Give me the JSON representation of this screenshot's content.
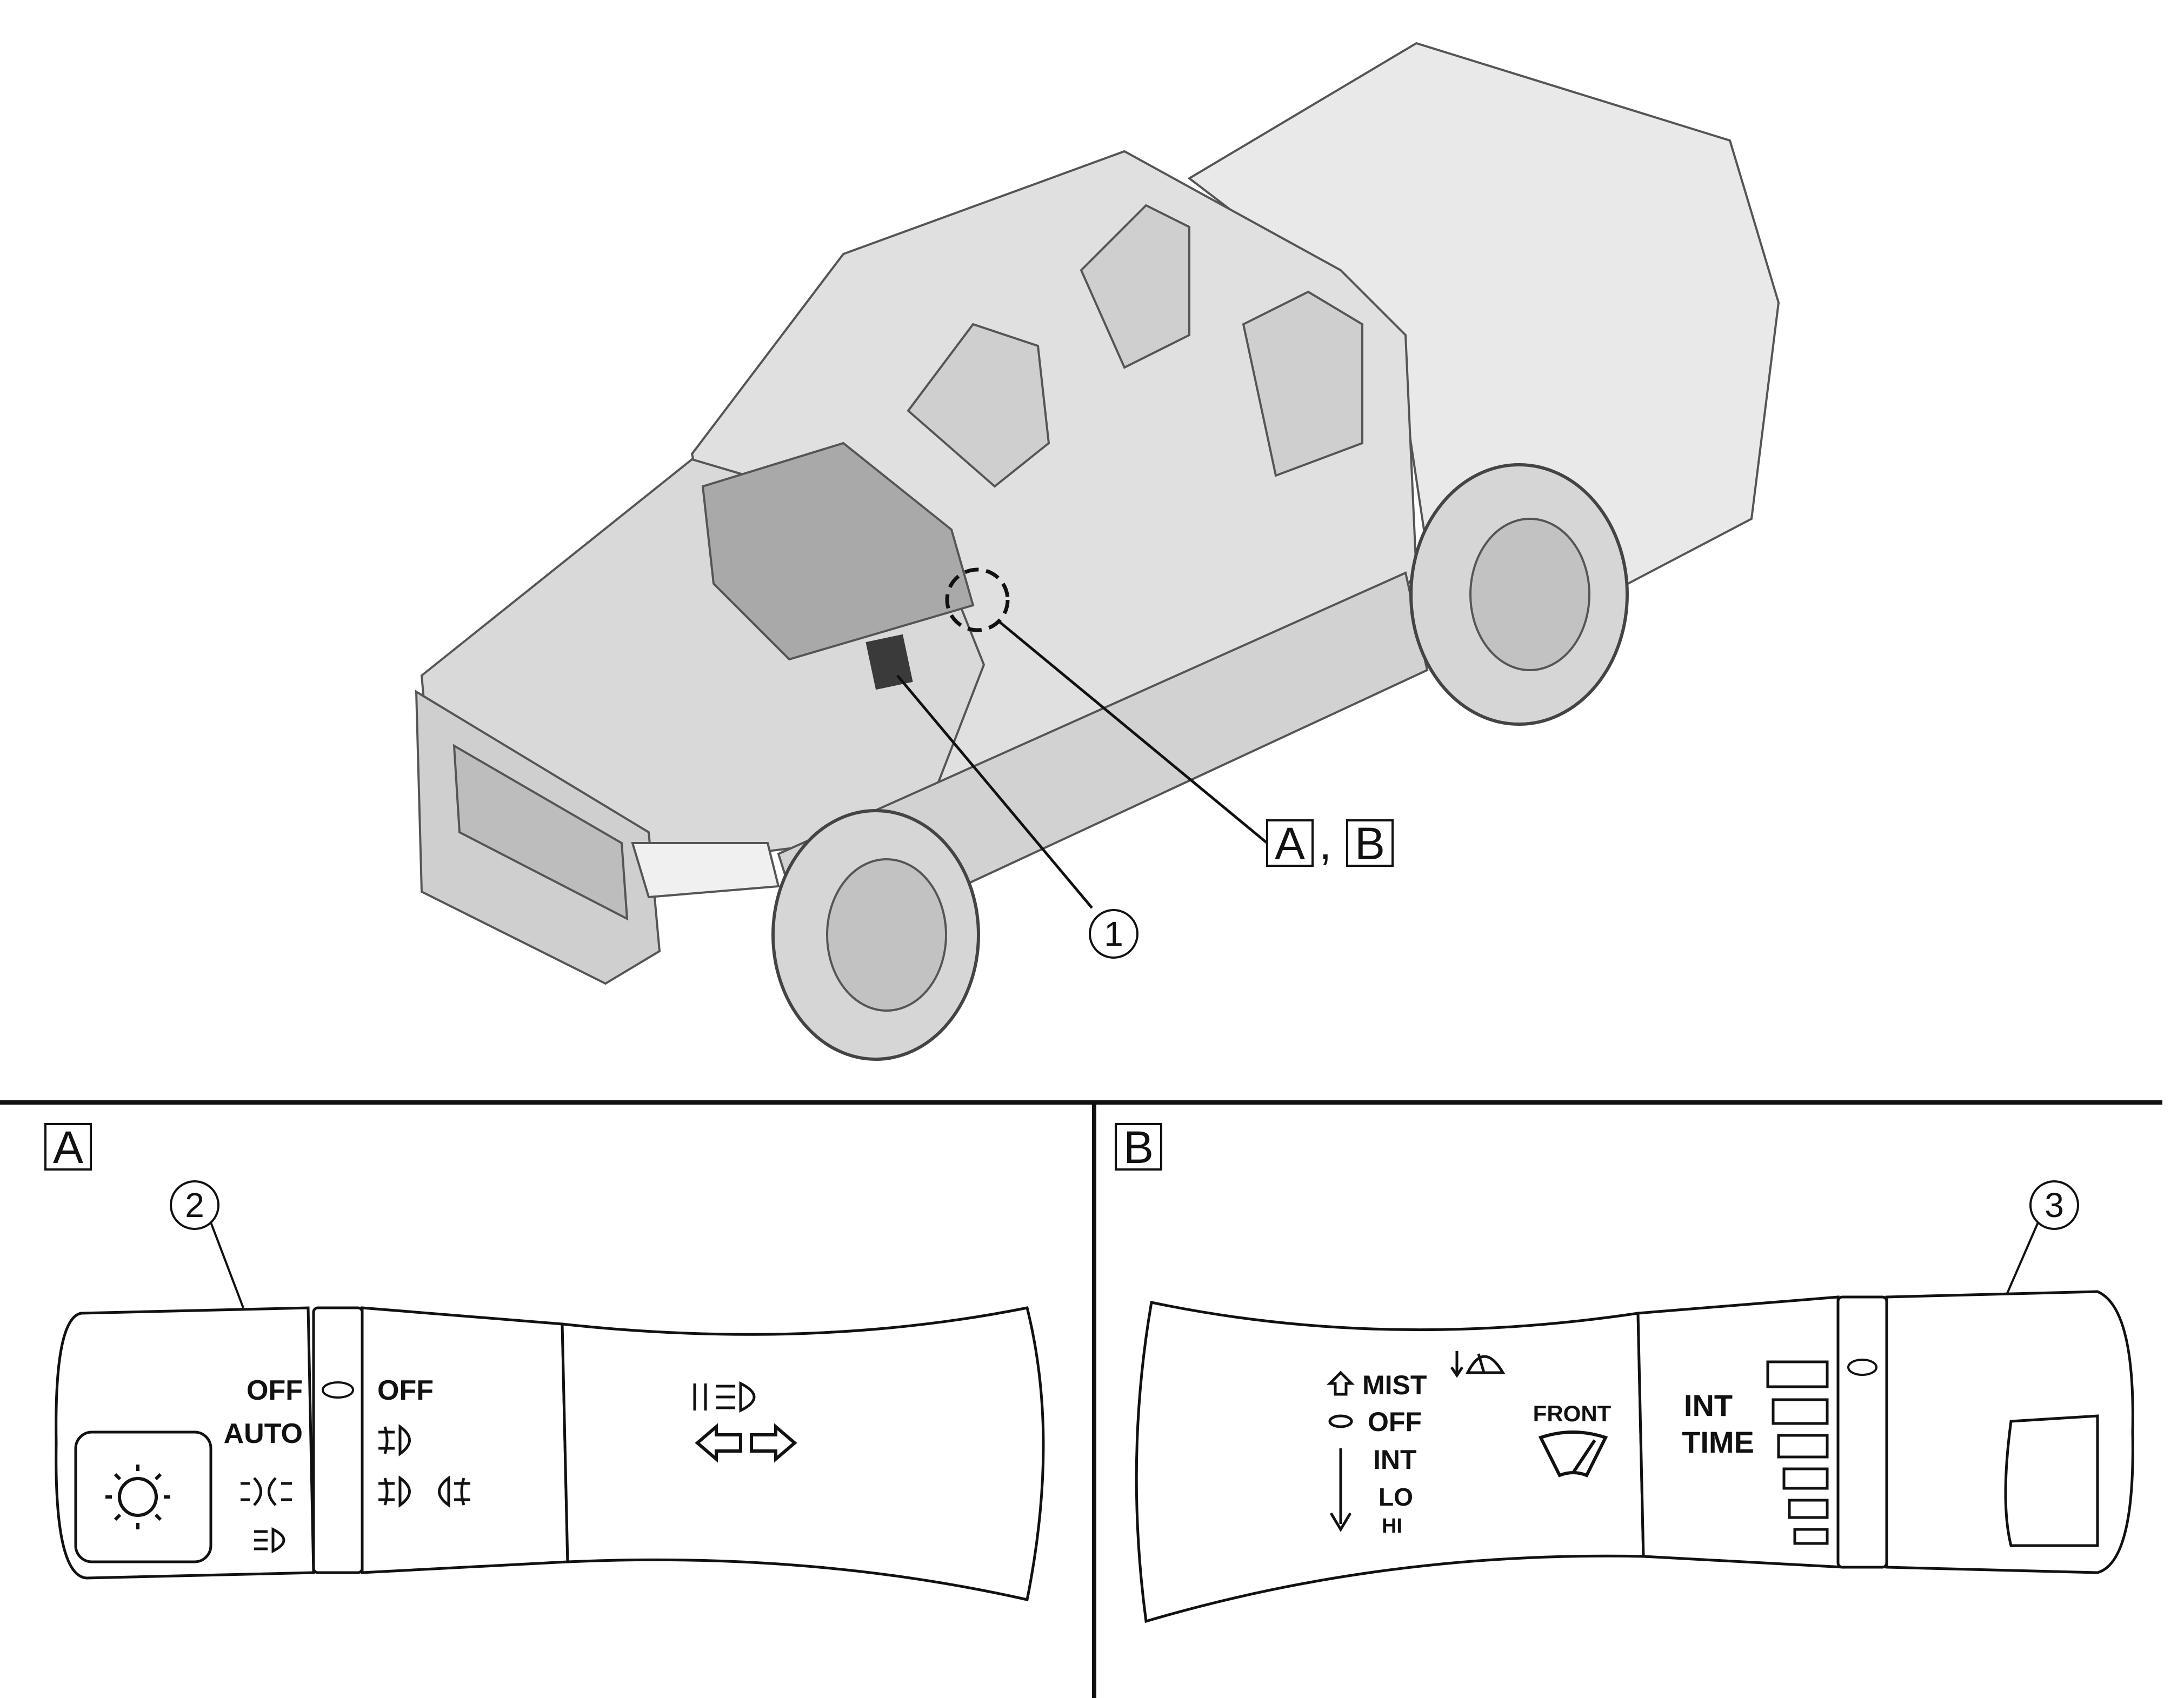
{
  "overview": {
    "location_label_a": "A",
    "location_label_sep": ",",
    "location_label_b": "B",
    "callout_1": "1"
  },
  "panel_a": {
    "letter": "A",
    "callout": "2",
    "labels": [
      "OFF",
      "AUTO",
      "OFF"
    ]
  },
  "panel_b": {
    "letter": "B",
    "callout": "3",
    "wiper_labels": [
      "MIST",
      "OFF",
      "INT",
      "LO",
      "HI"
    ],
    "front": "FRONT",
    "int": "INT",
    "time": "TIME"
  }
}
